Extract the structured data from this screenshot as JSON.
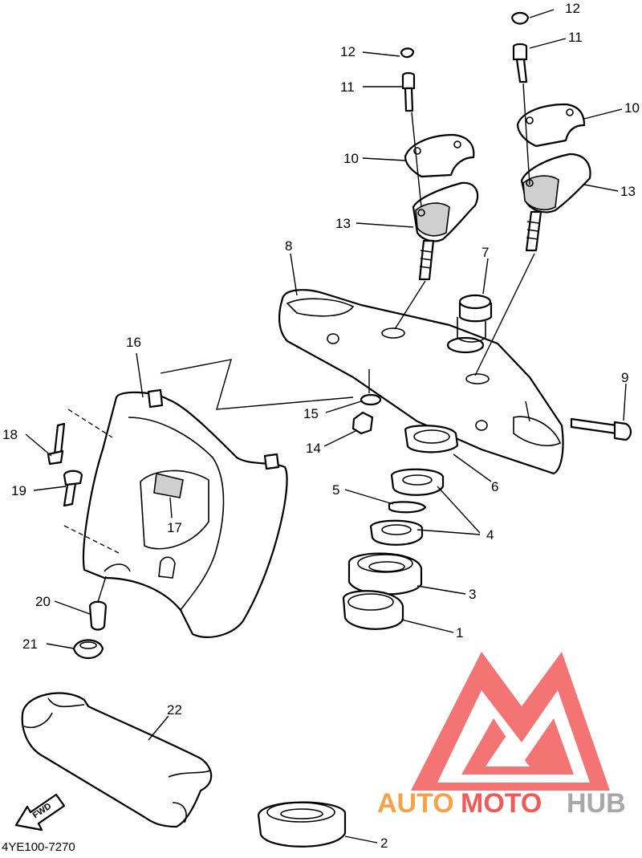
{
  "diagram": {
    "code": "4YE100-7270",
    "fwd_label": "FWD",
    "colors": {
      "watermark_red": "#f25a5a",
      "watermark_orange": "#f7a24a",
      "watermark_gray": "#a8a8a8",
      "line": "#000000"
    },
    "watermark": {
      "auto": "AUTO",
      "moto": "MOTO",
      "hub": "HUB"
    }
  },
  "callouts": {
    "c1": "1",
    "c2": "2",
    "c3": "3",
    "c4": "4",
    "c5": "5",
    "c6": "6",
    "c7": "7",
    "c8": "8",
    "c9": "9",
    "c10a": "10",
    "c10b": "10",
    "c11a": "11",
    "c11b": "11",
    "c12a": "12",
    "c12b": "12",
    "c13a": "13",
    "c13b": "13",
    "c14": "14",
    "c15": "15",
    "c16": "16",
    "c17": "17",
    "c18": "18",
    "c19": "19",
    "c20": "20",
    "c21": "21",
    "c22": "22"
  }
}
